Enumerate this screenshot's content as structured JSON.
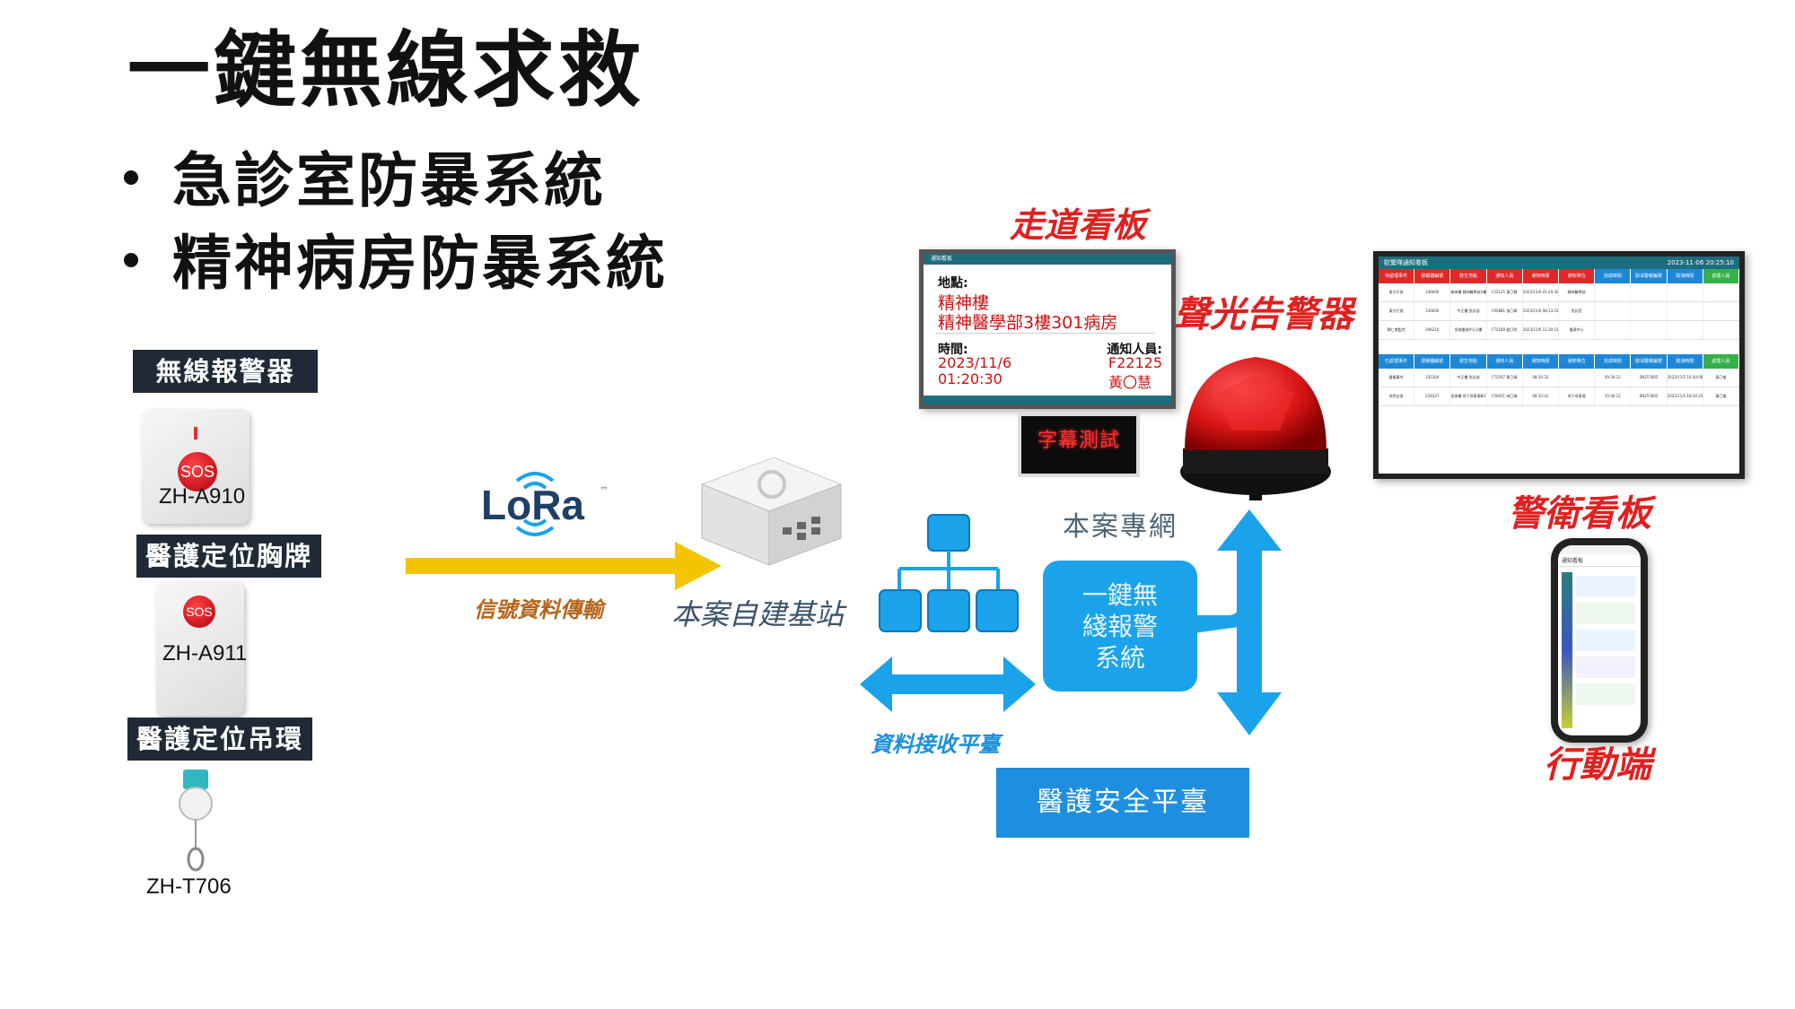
{
  "title": "一鍵無線求救",
  "bullets": [
    "急診室防暴系統",
    "精神病房防暴系統"
  ],
  "devices": {
    "alarm": {
      "label": "無線報警器",
      "model": "ZH-A910",
      "button_text": "SOS"
    },
    "badge": {
      "label": "醫護定位胸牌",
      "model": "ZH-A911",
      "button_text": "SOS"
    },
    "pendant": {
      "label": "醫護定位吊環",
      "model": "ZH-T706"
    }
  },
  "lora": {
    "logo": "LoRa",
    "tm": "™",
    "caption": "信號資料傳輸"
  },
  "base_station": {
    "caption": "本案自建基站"
  },
  "data_platform": {
    "caption": "資料接收平臺"
  },
  "network": {
    "caption": "本案專網"
  },
  "system_box": {
    "lines": [
      "一鍵無",
      "綫報警",
      "系統"
    ]
  },
  "safety_platform": {
    "label": "醫護安全平臺"
  },
  "corridor_board": {
    "caption": "走道看板",
    "header": "通知看板",
    "location_label": "地點:",
    "location_lines": [
      "精神樓",
      "精神醫學部3樓301病房"
    ],
    "time_label": "時間:",
    "date": "2023/11/6",
    "time": "01:20:30",
    "notify_label": "通知人員:",
    "notify_id": "F22125",
    "notify_name": "黃〇慧"
  },
  "led_sign": {
    "text": "字幕測試"
  },
  "siren": {
    "caption": "聲光告警器"
  },
  "security_board": {
    "caption": "警衛看板",
    "title": "駐警隊通知看板",
    "datetime": "2023-11-06 20:25:10",
    "header_pending": [
      "待處理事件",
      "發報器編號",
      "發生地點",
      "通知人員",
      "通知時間",
      "通知單位",
      "完成時間",
      "取消警報編號",
      "取消時間",
      "處理人員"
    ],
    "rows_pending": [
      [
        "東方打角",
        "336600",
        "精神樓 精神醫學部3樓301病房",
        "F22125 黃〇慧",
        "2023/11/6 01:20:30",
        "精神醫學部",
        "",
        "",
        "",
        ""
      ],
      [
        "東方打角",
        "336600",
        "中正樓 急診部",
        "F65881 張〇華",
        "2023/11/6 08:13:23",
        "急診室",
        "",
        "",
        "",
        ""
      ],
      [
        "歸仁南監控",
        "346210",
        "急救重建中心1樓",
        "F72548 劉〇明",
        "2023/11/6 11:30:12",
        "重建中心",
        "",
        "",
        "",
        ""
      ]
    ],
    "header_done": [
      "已處理事件",
      "發報器編號",
      "發生地點",
      "通知人員",
      "通知時間",
      "通知單位",
      "完成時間",
      "取消警報編號",
      "取消時間",
      "處理人員"
    ],
    "rows_done": [
      [
        "重複事件",
        "335300",
        "中正樓 急診部",
        "F72567 蔡〇偉",
        "08:10:32",
        "",
        "09:30:12",
        "SN257805",
        "2023/11/5 10:30:08",
        "黃〇傑"
      ],
      [
        "突然全發",
        "228327",
        "思源樓 地下停車場B017",
        "F50021 林〇瑋",
        "08:10:32",
        "地下停車場",
        "15:00:12",
        "SN257805",
        "2023/11/5 18:30:25",
        "黃〇傑"
      ]
    ],
    "colors": {
      "red": "#e02828",
      "blue": "#1e88d8",
      "green": "#35b04a",
      "teal": "#1e6d7e"
    }
  },
  "mobile": {
    "caption": "行動端",
    "header": "通知看板"
  },
  "colors": {
    "arrow_yellow": "#f5c400",
    "arrow_blue": "#1aa3ea",
    "platform_blue": "#1e8fe0",
    "caption_orange": "#b5651d",
    "caption_red": "#e02020",
    "label_dark": "#1f2a36"
  }
}
